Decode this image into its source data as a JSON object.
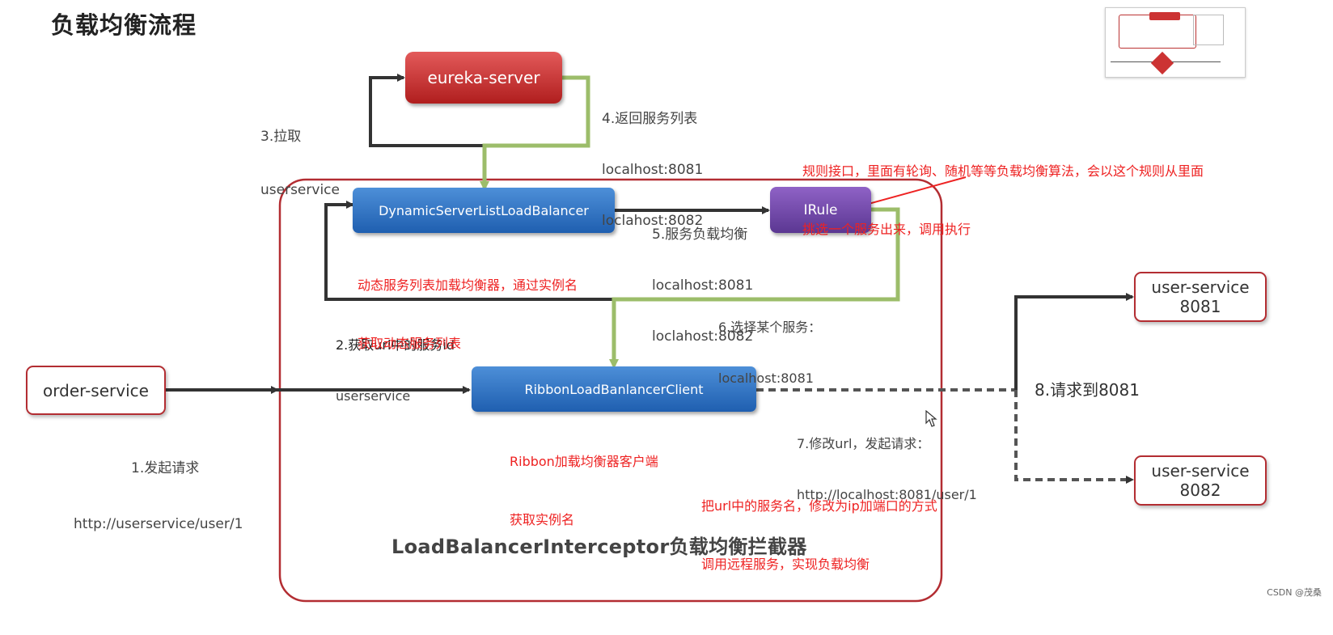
{
  "title": "负载均衡流程",
  "nodes": {
    "eureka_server": "eureka-server",
    "dynamic_lb": "DynamicServerListLoadBalancer",
    "irule": "IRule",
    "ribbon_client": "RibbonLoadBanlancerClient",
    "order_service": "order-service",
    "user_service_1": {
      "line1": "user-service",
      "line2": "8081"
    },
    "user_service_2": {
      "line1": "user-service",
      "line2": "8082"
    }
  },
  "steps": {
    "step1": {
      "line1": "1.发起请求",
      "line2": "http://userservice/user/1"
    },
    "step2": {
      "line1": "2.获取url中的服务id",
      "line2": "userservice"
    },
    "step3": {
      "line1": "3.拉取",
      "line2": "userservice"
    },
    "step4": {
      "line1": "4.返回服务列表",
      "line2": "localhost:8081",
      "line3": "loclahost:8082"
    },
    "step5": {
      "line1": "5.服务负载均衡",
      "line2": "localhost:8081",
      "line3": "loclahost:8082"
    },
    "step6": {
      "line1": "6.选择某个服务：",
      "line2": "localhost:8081"
    },
    "step7": {
      "line1": "7.修改url，发起请求：",
      "line2": "http://localhost:8081/user/1"
    },
    "step8": "8.请求到8081"
  },
  "notes": {
    "irule_note": {
      "line1": "规则接口，里面有轮询、随机等等负载均衡算法，会以这个规则从里面",
      "line2": "挑选一个服务出来，调用执行"
    },
    "dynamic_note": {
      "line1": "动态服务列表加载均衡器，通过实例名",
      "line2": "获取动态服务列表"
    },
    "ribbon_note": {
      "line1": "Ribbon加载均衡器客户端",
      "line2": "获取实例名"
    },
    "url_note": {
      "line1": "把url中的服务名，修改为ip加端口的方式",
      "line2": "调用远程服务，实现负载均衡"
    }
  },
  "interceptor_label": "LoadBalancerInterceptor负载均衡拦截器",
  "watermark": "CSDN @茂桑",
  "colors": {
    "red": "#c0282d",
    "blue": "#2e6fc4",
    "purple": "#6e46a8",
    "green_arrow": "#9cbd6a",
    "dark_arrow": "#333333",
    "note_red": "#ee2222"
  }
}
